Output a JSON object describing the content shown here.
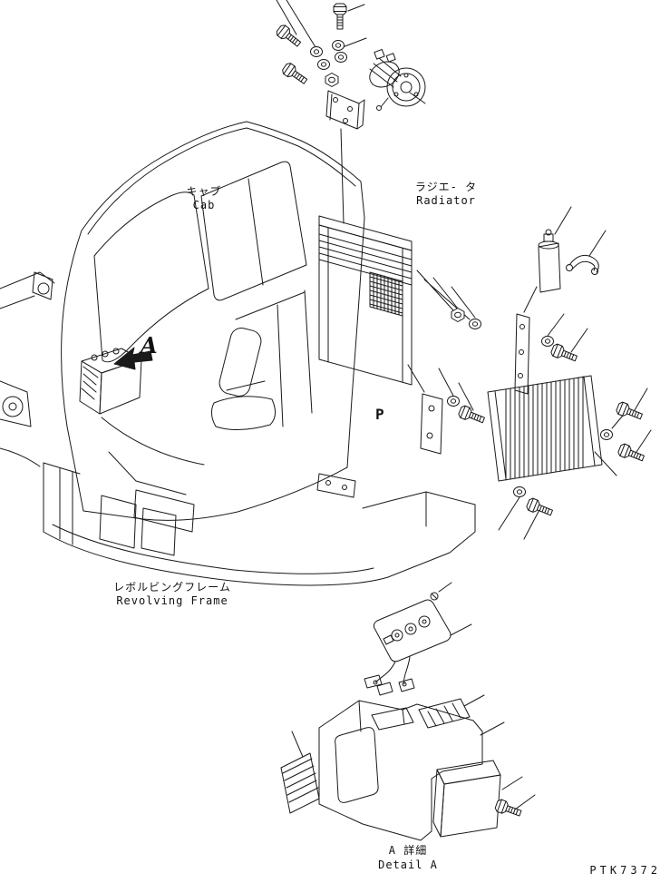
{
  "page": {
    "background_color": "#ffffff",
    "line_color": "#1a1a1a",
    "drawing_number": "PTK7372"
  },
  "labels": {
    "cab": {
      "jp": "キャブ",
      "en": "Cab"
    },
    "radiator": {
      "jp": "ラジエ- タ",
      "en": "Radiator"
    },
    "revolving_frame": {
      "jp": "レボルビングフレーム",
      "en": "Revolving Frame"
    },
    "detail_a": {
      "jp": "A 詳細",
      "en": "Detail A"
    },
    "view_marker": "A",
    "position_marker": "P"
  },
  "icons": {
    "view_arrow": "view-direction-arrow"
  }
}
